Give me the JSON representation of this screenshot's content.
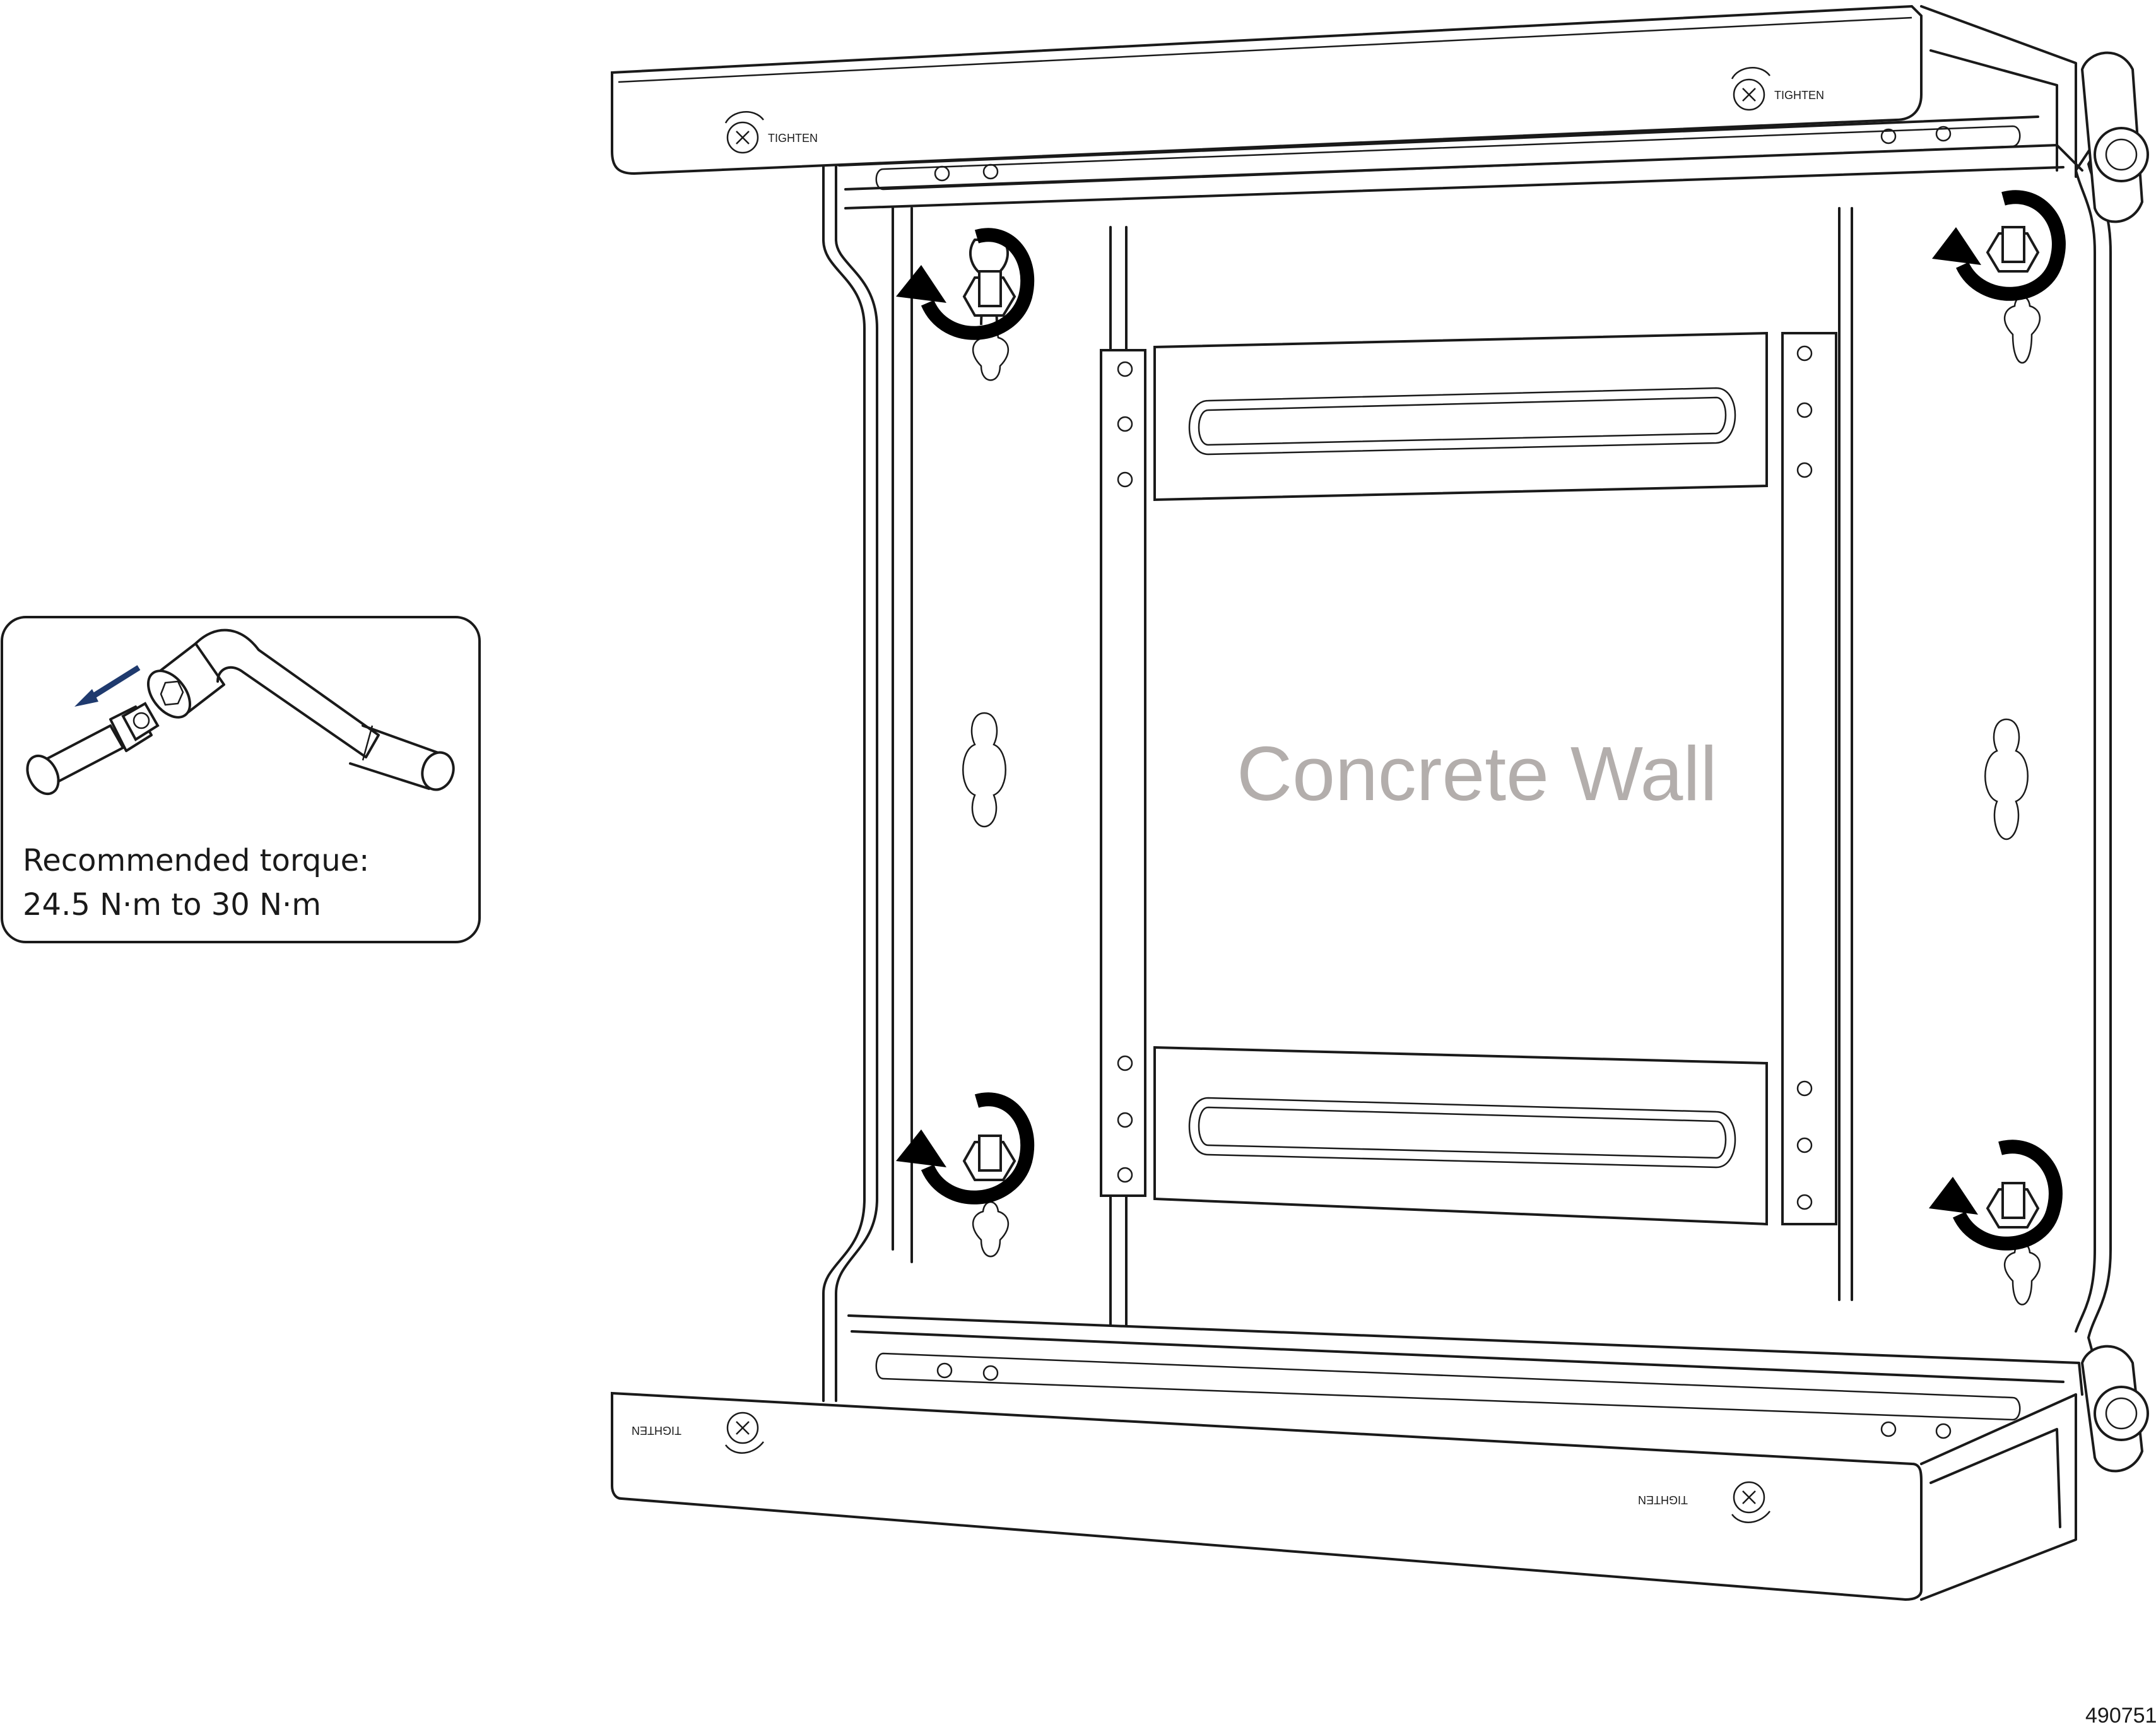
{
  "wall_label": "Concrete Wall",
  "tighten_label": "TIGHTEN",
  "callout": {
    "line1": "Recommended torque:",
    "line2": "24.5 N·m to 30 N·m"
  },
  "figure_id": "490751",
  "colors": {
    "line": "#1a1a1a",
    "wall_text": "#b3aeac",
    "direction_arrow": "#1f3a6e",
    "rotation_arrow": "#000000"
  },
  "icons": [
    "rotation-arrow-icon",
    "socket-wrench-icon",
    "anchor-bolt-icon",
    "tighten-screw-icon"
  ]
}
